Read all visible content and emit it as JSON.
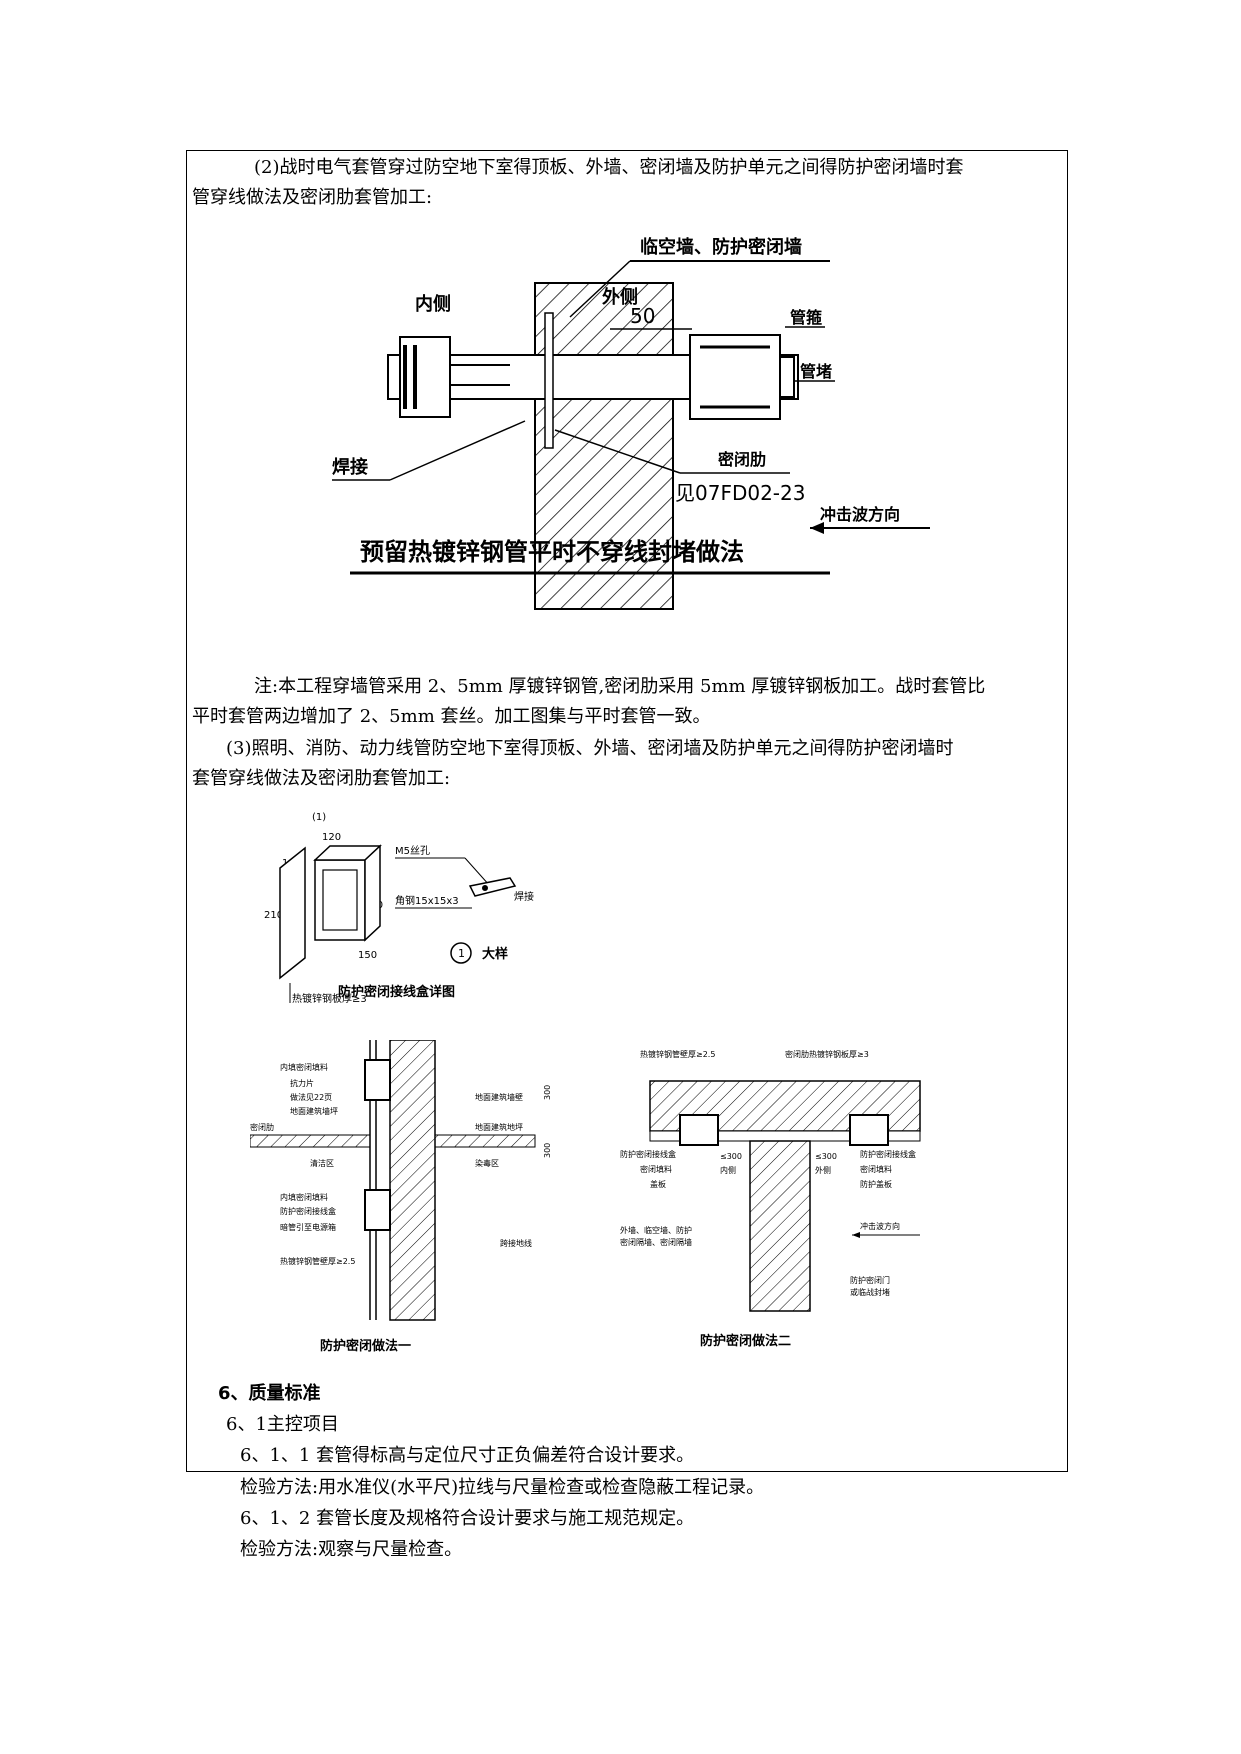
{
  "section2": {
    "line1": "(2)战时电气套管穿过防空地下室得顶板、外墙、密闭墙及防护单元之间得防护密闭墙时套",
    "line2": "管穿线做法及密闭肋套管加工:"
  },
  "fig1": {
    "wall_label": "临空墙、防护密闭墙",
    "inner": "内侧",
    "outer": "外侧",
    "dim": "50",
    "hoop": "管箍",
    "plug": "管堵",
    "weld": "焊接",
    "rib": "密闭肋",
    "ref": "见07FD02-23",
    "shock": "冲击波方向",
    "title": "预留热镀锌钢管平时不穿线封堵做法"
  },
  "note": {
    "line1": "注:本工程穿墙管采用 2、5mm 厚镀锌钢管,密闭肋采用 5mm 厚镀锌钢板加工。战时套管比",
    "line2": "平时套管两边增加了 2、5mm 套丝。加工图集与平时套管一致。"
  },
  "section3": {
    "line1": "(3)照明、消防、动力线管防空地下室得顶板、外墙、密闭墙及防护单元之间得防护密闭墙时",
    "line2": "套管穿线做法及密闭肋套管加工:"
  },
  "fig2": {
    "mark": "(1)",
    "d120": "120",
    "d180a": "180",
    "d210": "210",
    "d180b": "180",
    "d150": "150",
    "plate": "热镀锌钢板厚≥3",
    "m5": "M5丝孔",
    "angle": "角钢15x15x3",
    "weld": "焊接",
    "detail_num": "1",
    "detail": "大样",
    "title": "防护密闭接线盒详图"
  },
  "fig3": {
    "l1": "内填密闭填料",
    "l2": "抗力片",
    "l3": "做法见22页",
    "l4": "地面建筑墙坪",
    "l5": "密闭肋",
    "l6": "清洁区",
    "l7": "内填密闭填料",
    "l8": "防护密闭接线盒",
    "l9": "暗管引至电源箱",
    "l10": "热镀锌钢管壁厚≥2.5",
    "r1": "地面建筑墙壁",
    "r2": "地面建筑地坪",
    "r3": "染毒区",
    "r4": "跨接地线",
    "dim1": "300",
    "dim2": "300",
    "title": "防护密闭做法一"
  },
  "fig4": {
    "t1": "热镀锌钢管壁厚≥2.5",
    "t2": "密闭肋热镀锌钢板厚≥3",
    "l1": "防护密闭接线盒",
    "l2": "密闭填料",
    "l3": "盖板",
    "inner": "内侧",
    "outer": "外侧",
    "d1": "≤300",
    "d2": "≤300",
    "r1": "防护密闭接线盒",
    "r2": "密闭填料",
    "r3": "防护盖板",
    "shock": "冲击波方向",
    "w1": "外墙、临空墙、防护",
    "w2": "密闭隔墙、密闭隔墙",
    "door1": "防护密闭门",
    "door2": "或临战封堵",
    "title": "防护密闭做法二"
  },
  "quality": {
    "heading": "6、质量标准",
    "s1": "6、1主控项目",
    "s2": "6、1、1 套管得标高与定位尺寸正负偏差符合设计要求。",
    "s3": "检验方法:用水准仪(水平尺)拉线与尺量检查或检查隐蔽工程记录。",
    "s4": "6、1、2 套管长度及规格符合设计要求与施工规范规定。",
    "s5": "检验方法:观察与尺量检查。"
  }
}
